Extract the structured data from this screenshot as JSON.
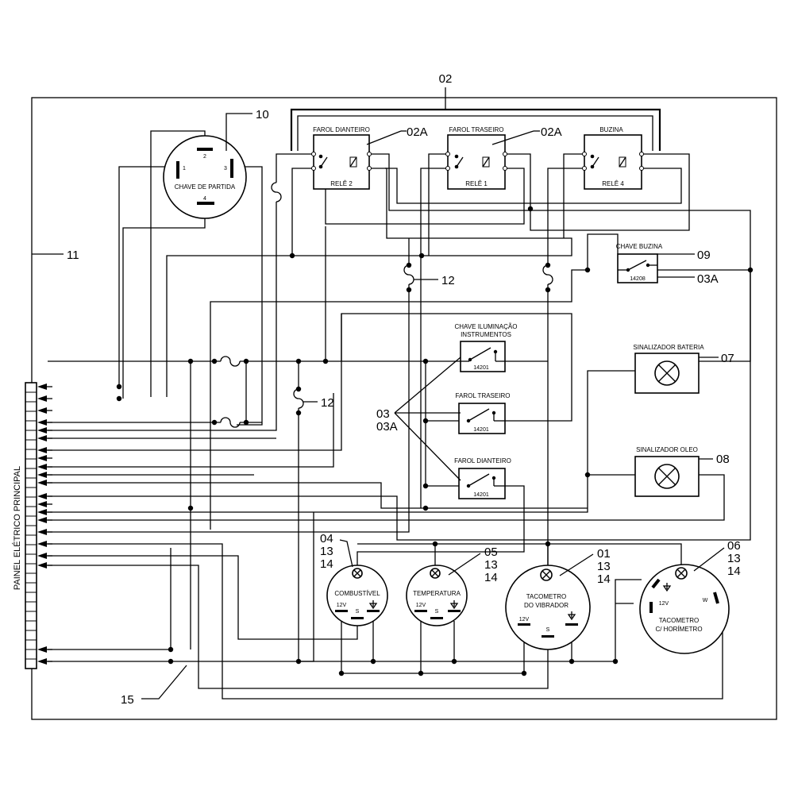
{
  "main_panel_label": "PAINEL ELÉTRICO PRINCIPAL",
  "ignition_switch": {
    "label": "CHAVE DE PARTIDA",
    "terminals": [
      "1",
      "2",
      "3",
      "4"
    ]
  },
  "relays": [
    {
      "title": "FAROL DIANTEIRO",
      "name": "RELÊ 2"
    },
    {
      "title": "FAROL TRASEIRO",
      "name": "RELÊ 1"
    },
    {
      "title": "BUZINA",
      "name": "RELÊ 4"
    }
  ],
  "horn_switch": {
    "title": "CHAVE BUZINA",
    "code": "14208"
  },
  "switches": [
    {
      "title_line1": "CHAVE ILUMINAÇÃO",
      "title_line2": "INSTRUMENTOS",
      "code": "14201"
    },
    {
      "title_line1": "FAROL TRASEIRO",
      "title_line2": "",
      "code": "14201"
    },
    {
      "title_line1": "FAROL DIANTEIRO",
      "title_line2": "",
      "code": "14201"
    }
  ],
  "indicators": [
    {
      "title": "SINALIZADOR BATERIA"
    },
    {
      "title": "SINALIZADOR OLEO"
    }
  ],
  "gauges": [
    {
      "title_line1": "COMBUSTÍVEL",
      "title_line2": "",
      "v12": "12V",
      "s": "S"
    },
    {
      "title_line1": "TEMPERATURA",
      "title_line2": "",
      "v12": "12V",
      "s": "S"
    },
    {
      "title_line1": "TACOMETRO",
      "title_line2": "DO VIBRADOR",
      "v12": "12V",
      "s": "S"
    },
    {
      "title_line1": "TACOMETRO",
      "title_line2": "C/ HORÍMETRO",
      "v12": "12V",
      "w": "W"
    }
  ],
  "callouts": {
    "c02": "02",
    "c02a_1": "02A",
    "c02a_2": "02A",
    "c10": "10",
    "c11": "11",
    "c12_1": "12",
    "c12_2": "12",
    "c09": "09",
    "c03a_horn": "03A",
    "c07": "07",
    "c08": "08",
    "c03": "03",
    "c03a": "03A",
    "c04": [
      "04",
      "13",
      "14"
    ],
    "c05": [
      "05",
      "13",
      "14"
    ],
    "c01": [
      "01",
      "13",
      "14"
    ],
    "c06": [
      "06",
      "13",
      "14"
    ],
    "c15": "15"
  }
}
